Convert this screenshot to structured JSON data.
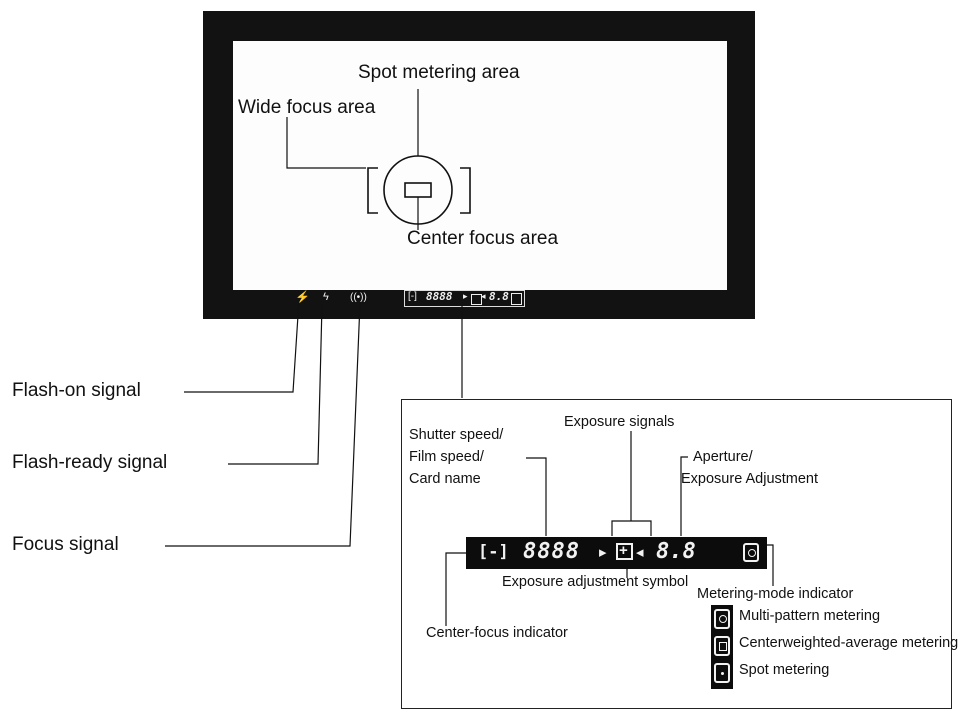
{
  "labels": {
    "spot_metering_area": "Spot metering area",
    "wide_focus_area": "Wide focus area",
    "center_focus_area": "Center focus area",
    "flash_on_signal": "Flash-on signal",
    "flash_ready_signal": "Flash-ready signal",
    "focus_signal": "Focus signal",
    "shutter_speed": "Shutter speed/",
    "film_speed": "Film speed/",
    "card_name": "Card name",
    "exposure_signals": "Exposure signals",
    "aperture": "Aperture/",
    "exposure_adjustment": "Exposure Adjustment",
    "exposure_adjustment_symbol": "Exposure adjustment symbol",
    "metering_mode_indicator": "Metering-mode indicator",
    "center_focus_indicator": "Center-focus indicator"
  },
  "metering_modes": [
    {
      "label": "Multi-pattern metering",
      "icon": "multi-pattern-metering-icon"
    },
    {
      "label": "Centerweighted-average metering",
      "icon": "centerweighted-metering-icon"
    },
    {
      "label": "Spot metering",
      "icon": "spot-metering-icon"
    }
  ],
  "display": {
    "center_focus_glyph": "[-]",
    "shutter_digits": "8888",
    "aperture_digits": "8.8",
    "right_arrow": "▸",
    "left_arrow": "◂",
    "plus_symbol": "+"
  },
  "viewfinder_bar": {
    "flash_on_glyph": "⚡",
    "flash_ready_glyph": "ϟ",
    "focus_glyph": "((•))",
    "center_focus_glyph": "[-]",
    "shutter_digits": "8888",
    "aperture_digits": "8.8"
  }
}
